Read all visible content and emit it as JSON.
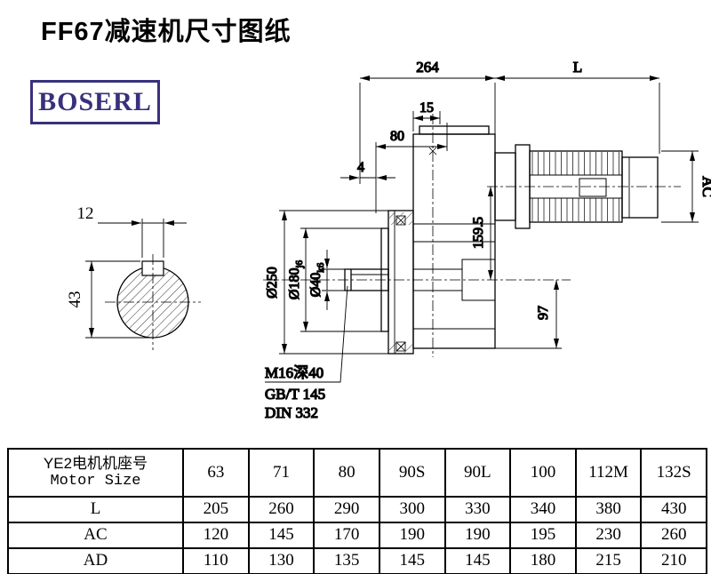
{
  "page": {
    "title": "FF67减速机尺寸图纸",
    "brand": "BOSERL"
  },
  "drawing": {
    "dim_264": "264",
    "dim_L": "L",
    "dim_15": "15",
    "dim_80": "80",
    "dim_4": "4",
    "dim_AC": "AC",
    "dim_12": "12",
    "dim_43": "43",
    "dim_d250": "Ø250",
    "dim_d180": "Ø180",
    "dim_d180_fit": "j6",
    "dim_d40": "Ø40",
    "dim_d40_fit": "k6",
    "dim_159_5": "159.5",
    "dim_97": "97",
    "note_thread": "M16深40",
    "note_gb": "GB/T 145",
    "note_din": "DIN 332"
  },
  "table": {
    "header_line1": "YE2电机机座号",
    "header_line2": "Motor Size",
    "sizes": [
      "63",
      "71",
      "80",
      "90S",
      "90L",
      "100",
      "112M",
      "132S"
    ],
    "rows": [
      {
        "label": "L",
        "values": [
          "205",
          "260",
          "290",
          "300",
          "330",
          "340",
          "380",
          "430"
        ]
      },
      {
        "label": "AC",
        "values": [
          "120",
          "145",
          "170",
          "190",
          "190",
          "195",
          "230",
          "260"
        ]
      },
      {
        "label": "AD",
        "values": [
          "110",
          "130",
          "135",
          "145",
          "145",
          "180",
          "215",
          "210"
        ]
      }
    ]
  }
}
